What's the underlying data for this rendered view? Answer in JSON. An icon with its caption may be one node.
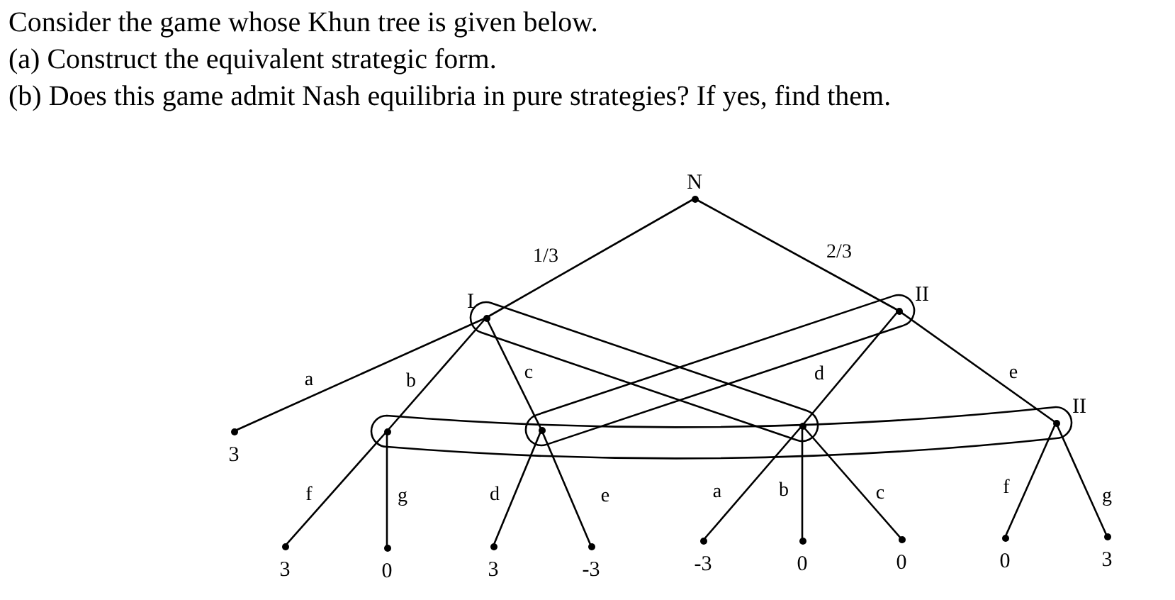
{
  "diagram": {
    "title": "Consider the game whose Khun tree is given below.",
    "nodes": [
      {
        "text": [
          "N"
        ]
      },
      {
        "text": [
          "I"
        ]
      },
      {
        "text": [
          "II"
        ]
      },
      {
        "text": [
          "3"
        ]
      },
      {
        "text": [],
        "shape": "circle"
      },
      {
        "text": [],
        "shape": "circle"
      },
      {
        "text": [],
        "shape": "circle"
      },
      {
        "text": [
          "II"
        ]
      },
      {
        "text": [
          "3"
        ]
      },
      {
        "text": [
          "0"
        ]
      },
      {
        "text": [
          "3"
        ]
      },
      {
        "text": [
          "-3"
        ]
      },
      {
        "text": [
          "-3"
        ]
      },
      {
        "text": [
          "0"
        ]
      },
      {
        "text": [
          "0"
        ]
      },
      {
        "text": [
          "0"
        ]
      },
      {
        "text": [
          "3"
        ]
      }
    ],
    "edges": [
      {
        "from": 0,
        "to": 1,
        "arrow": "none",
        "label": "1/3"
      },
      {
        "from": 0,
        "to": 2,
        "arrow": "none",
        "label": "2/3"
      },
      {
        "from": 1,
        "to": 3,
        "arrow": "none",
        "label": "a"
      },
      {
        "from": 1,
        "to": 4,
        "arrow": "none",
        "label": "b"
      },
      {
        "from": 1,
        "to": 5,
        "arrow": "none",
        "label": "c"
      },
      {
        "from": 2,
        "to": 6,
        "arrow": "none",
        "label": "d"
      },
      {
        "from": 2,
        "to": 7,
        "arrow": "none",
        "label": "e"
      },
      {
        "from": 4,
        "to": 8,
        "arrow": "none",
        "label": "f"
      },
      {
        "from": 4,
        "to": 9,
        "arrow": "none",
        "label": "g"
      },
      {
        "from": 5,
        "to": 10,
        "arrow": "none",
        "label": "d"
      },
      {
        "from": 5,
        "to": 11,
        "arrow": "none",
        "label": "e"
      },
      {
        "from": 6,
        "to": 12,
        "arrow": "none",
        "label": "a"
      },
      {
        "from": 6,
        "to": 13,
        "arrow": "none",
        "label": "b"
      },
      {
        "from": 6,
        "to": 14,
        "arrow": "none",
        "label": "c"
      },
      {
        "from": 7,
        "to": 15,
        "arrow": "none",
        "label": "f"
      },
      {
        "from": 7,
        "to": 16,
        "arrow": "none",
        "label": "g"
      },
      {
        "from": 1,
        "to": 6,
        "arrow": "none"
      },
      {
        "from": 5,
        "to": 2,
        "arrow": "none"
      },
      {
        "from": 4,
        "to": 7,
        "arrow": "none"
      }
    ],
    "labels": [
      "(a) Construct the equivalent strategic form.",
      "(b) Does this game admit Nash equilibria in pure strategies? If yes, find them."
    ]
  }
}
